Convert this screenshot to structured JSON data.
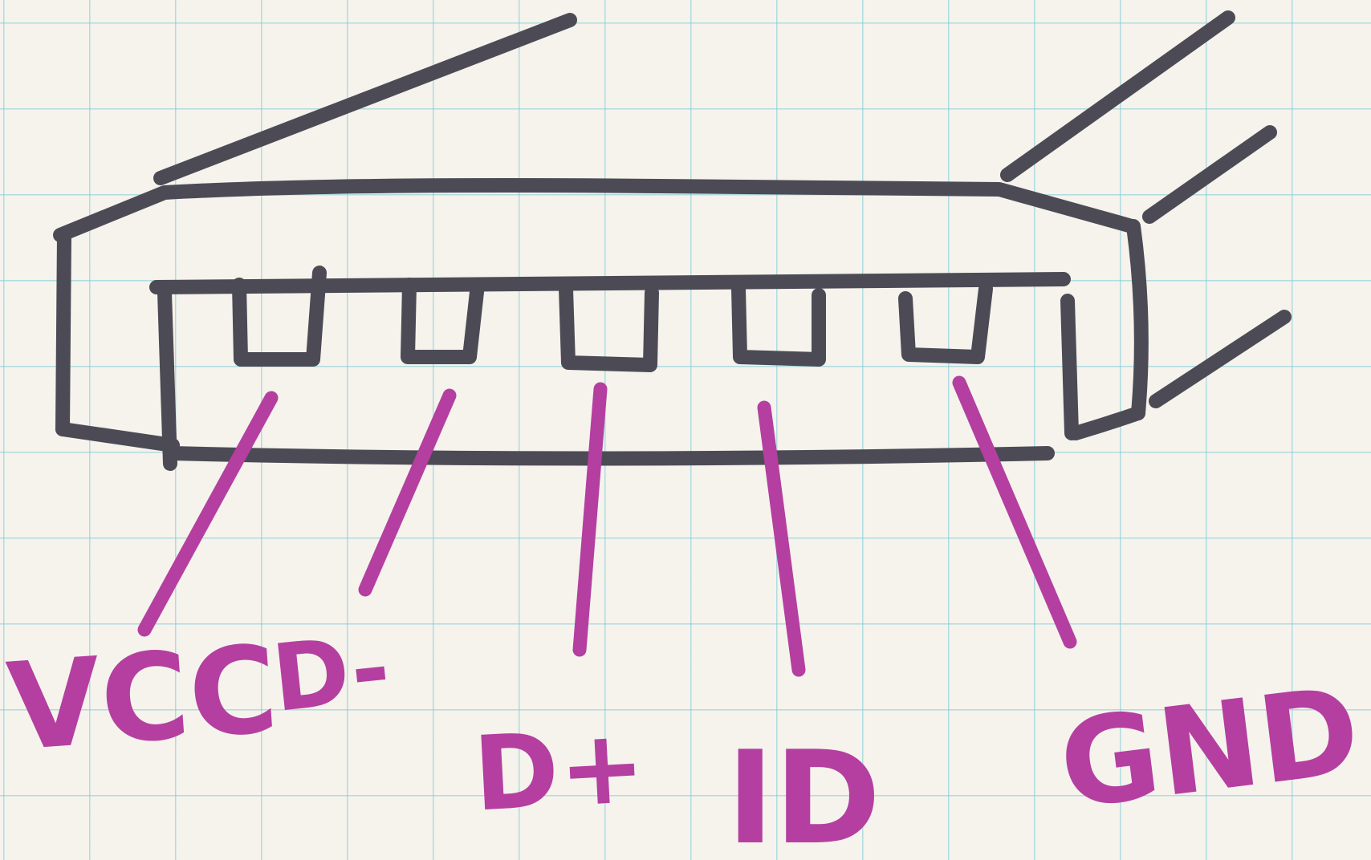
{
  "diagram": {
    "colors": {
      "paper": "#f5f3ec",
      "grid": "#78c8d7",
      "connector_ink": "#4c4b55",
      "label_ink": "#b43fa0"
    },
    "pins": [
      {
        "id": "vcc",
        "label": "VCC"
      },
      {
        "id": "dminus",
        "label": "D-"
      },
      {
        "id": "dplus",
        "label": "D+"
      },
      {
        "id": "id",
        "label": "ID"
      },
      {
        "id": "gnd",
        "label": "GND"
      }
    ]
  }
}
